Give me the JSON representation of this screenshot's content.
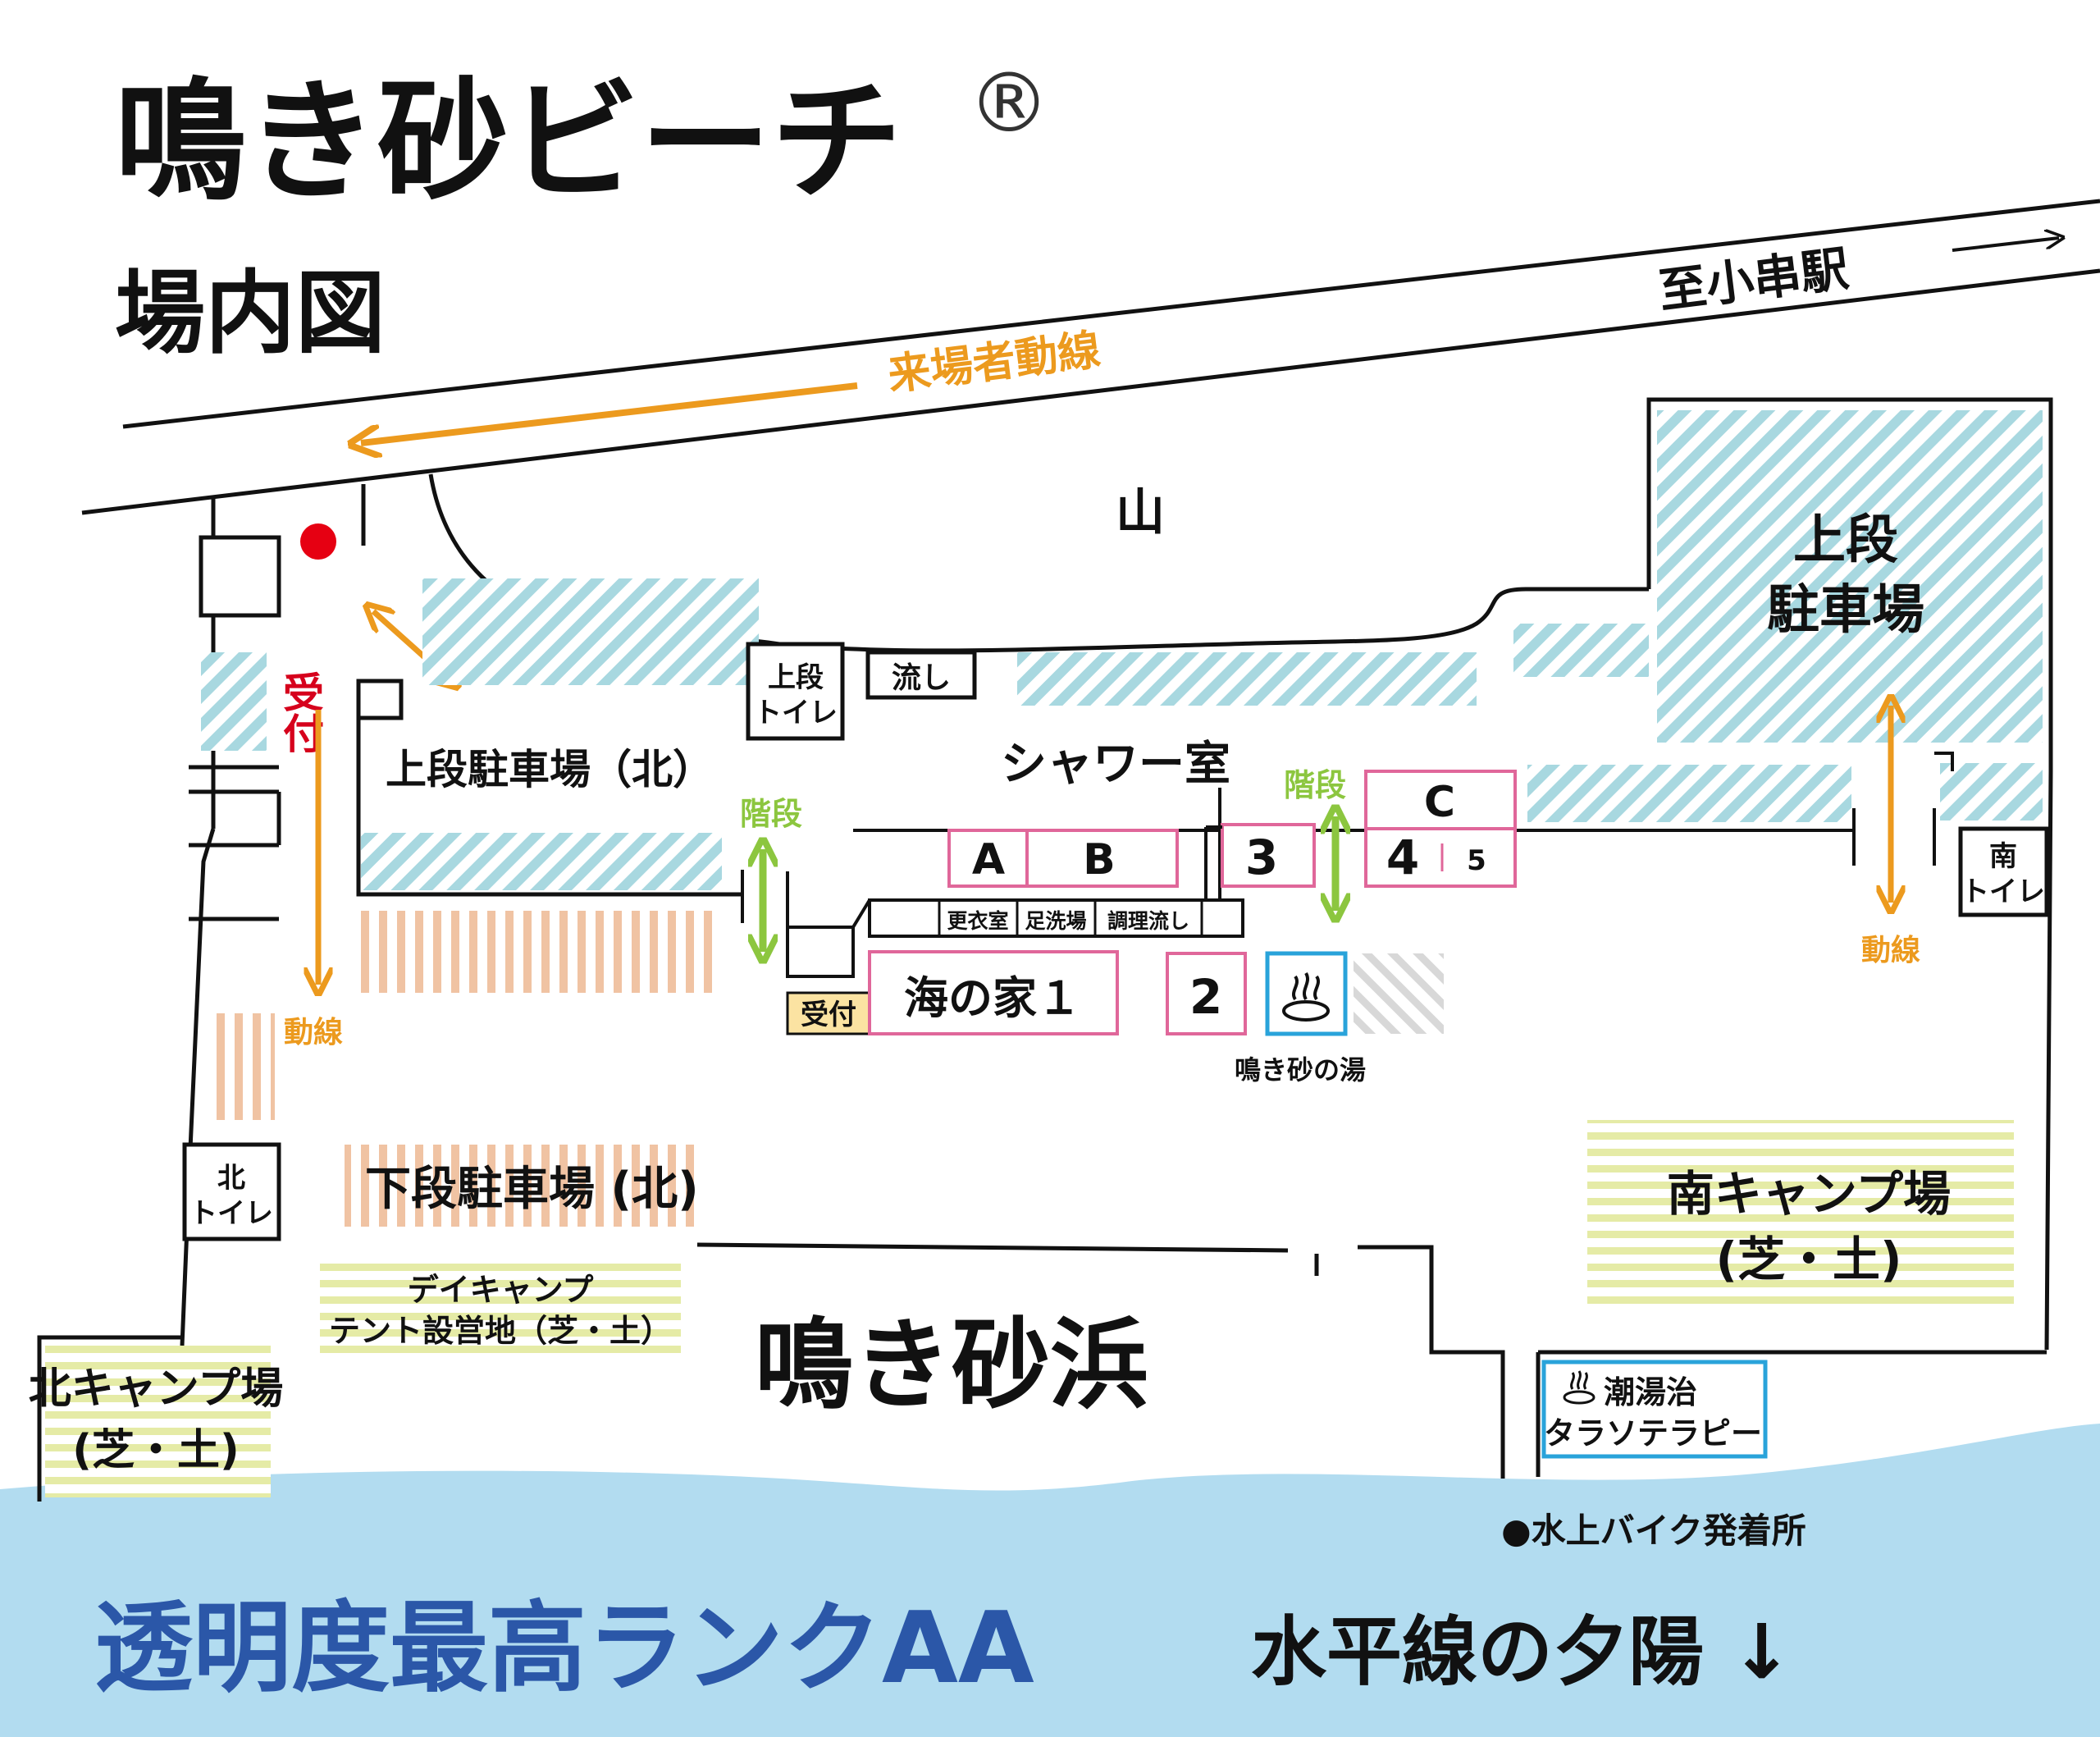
{
  "title": "鳴き砂ビーチ",
  "title_mark": "®",
  "subtitle": "場内図",
  "road": {
    "direction_label": "至小串駅",
    "visitor_flow_label": "来場者動線"
  },
  "areas": {
    "mountain": "山",
    "reception": "受付",
    "upper_parking_north": "上段駐車場（北）",
    "upper_parking_south_line1": "上段",
    "upper_parking_south_line2": "駐車場",
    "lower_parking_north": "下段駐車場 (北)",
    "day_camp_line1": "デイキャンプ",
    "day_camp_line2": "テント設営地（芝・土）",
    "north_camp_line1": "北キャンプ場",
    "north_camp_line2": "(芝・土)",
    "south_camp_line1": "南キャンプ場",
    "south_camp_line2": "(芝・土)",
    "beach": "鳴き砂浜"
  },
  "facilities": {
    "upper_toilet_line1": "上段",
    "upper_toilet_line2": "トイレ",
    "sink": "流し",
    "shower_room": "シャワー室",
    "stairs": "階段",
    "changing_room": "更衣室",
    "foot_wash": "足洗場",
    "cooking_sink": "調理流し",
    "beach_house_reception": "受付",
    "beach_house_1": "海の家１",
    "north_toilet_line1": "北",
    "north_toilet_line2": "トイレ",
    "south_toilet_line1": "南",
    "south_toilet_line2": "トイレ",
    "hot_spring": "鳴き砂の湯",
    "thalasso_line1": "潮湯治",
    "thalasso_line2": "タラソテラピー",
    "jet_ski": "●水上バイク発着所"
  },
  "booths": {
    "a": "A",
    "b": "B",
    "c": "C",
    "n2": "2",
    "n3": "3",
    "n4": "4",
    "n5": "5"
  },
  "flow_label": "動線",
  "sea": {
    "transparency": "透明度最高ランクAA",
    "sunset": "水平線の夕陽 ↓"
  },
  "colors": {
    "flow_arrow": "#ec9a1e",
    "stairs_arrow": "#8cc63f",
    "booth_border": "#e0679a",
    "reception_dot": "#e60012",
    "reception_text": "#d6001c",
    "sea": "#b2dcf0",
    "sea_text": "#2b57a8",
    "parking_hatch": "#a8d8e0",
    "camp_hatch": "#e5eba6",
    "path_hatch": "#f0c3a3",
    "grey_hatch": "#d8d8d8",
    "bath_border": "#29a3da",
    "reception_box": "#fbe3a2"
  }
}
